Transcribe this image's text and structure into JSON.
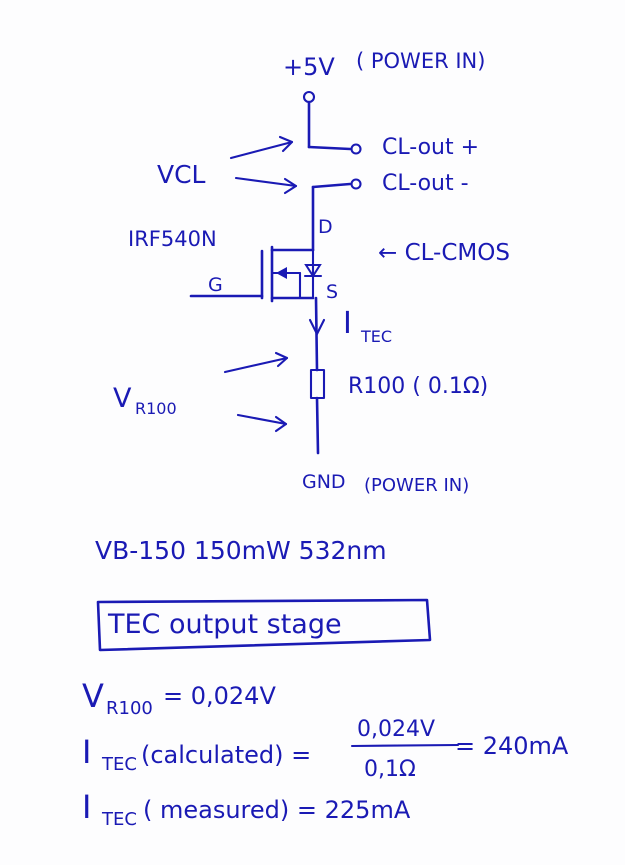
{
  "diagram": {
    "ink_color": "#1a1ab4",
    "paper_color": "#fdfdfe",
    "labels": {
      "supply": "+5V",
      "supply_note": "( POWER IN)",
      "cl_out_plus": "CL-out +",
      "cl_out_minus": "CL-out -",
      "vcl": "VCL",
      "mosfet": "IRF540N",
      "drain": "D",
      "source": "S",
      "gate": "G",
      "cl_cmos": "← CL-CMOS",
      "current_symbol": "I",
      "current_sub": "TEC",
      "resistor": "R100 ( 0.1Ω)",
      "vr_main": "V",
      "vr_sub": "R100",
      "ground": "GND",
      "ground_note": "(POWER IN)"
    },
    "notes": {
      "laser": "VB-150  150mW  532nm",
      "title": "TEC output stage",
      "eq1_lhs_main": "V",
      "eq1_lhs_sub": "R100",
      "eq1_rhs": "= 0,024V",
      "eq2_lhs_main": "I",
      "eq2_lhs_sub": "TEC",
      "eq2_lhs_paren": "(calculated) =",
      "eq2_numerator": "0,024V",
      "eq2_denominator": "0,1Ω",
      "eq2_result": "= 240mA",
      "eq3_lhs_main": "I",
      "eq3_lhs_sub": "TEC",
      "eq3_rhs": "( measured) = 225mA"
    }
  }
}
